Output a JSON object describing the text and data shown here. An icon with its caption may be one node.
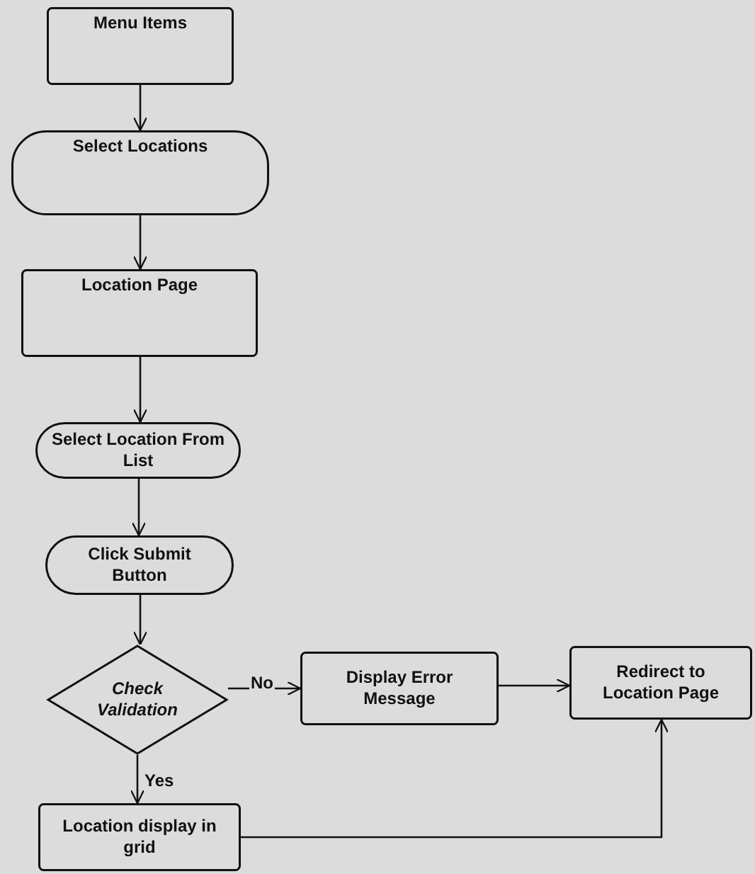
{
  "diagram": {
    "nodes": [
      {
        "text": [
          "Menu Items"
        ]
      },
      {
        "text": [
          "Select Locations"
        ]
      },
      {
        "text": [
          "Location Page"
        ]
      },
      {
        "text": [
          "Select Location From List"
        ]
      },
      {
        "text": [
          "Click Submit Button"
        ]
      },
      {
        "text": [
          "Check Validation"
        ]
      },
      {
        "text": [
          "Display Error Message"
        ]
      },
      {
        "text": [
          "Redirect to Location Page"
        ]
      },
      {
        "text": [
          "Location display in grid"
        ]
      }
    ],
    "edges": [
      {
        "from": 0,
        "to": 1,
        "arrow": "to"
      },
      {
        "from": 1,
        "to": 2,
        "arrow": "to"
      },
      {
        "from": 2,
        "to": 3,
        "arrow": "to"
      },
      {
        "from": 3,
        "to": 4,
        "arrow": "to"
      },
      {
        "from": 4,
        "to": 5,
        "arrow": "to"
      },
      {
        "from": 5,
        "to": 6,
        "arrow": "to",
        "label": "No"
      },
      {
        "from": 6,
        "to": 7,
        "arrow": "to"
      },
      {
        "from": 5,
        "to": 8,
        "arrow": "to",
        "label": "Yes"
      },
      {
        "from": 8,
        "to": 7,
        "arrow": "to"
      }
    ]
  }
}
